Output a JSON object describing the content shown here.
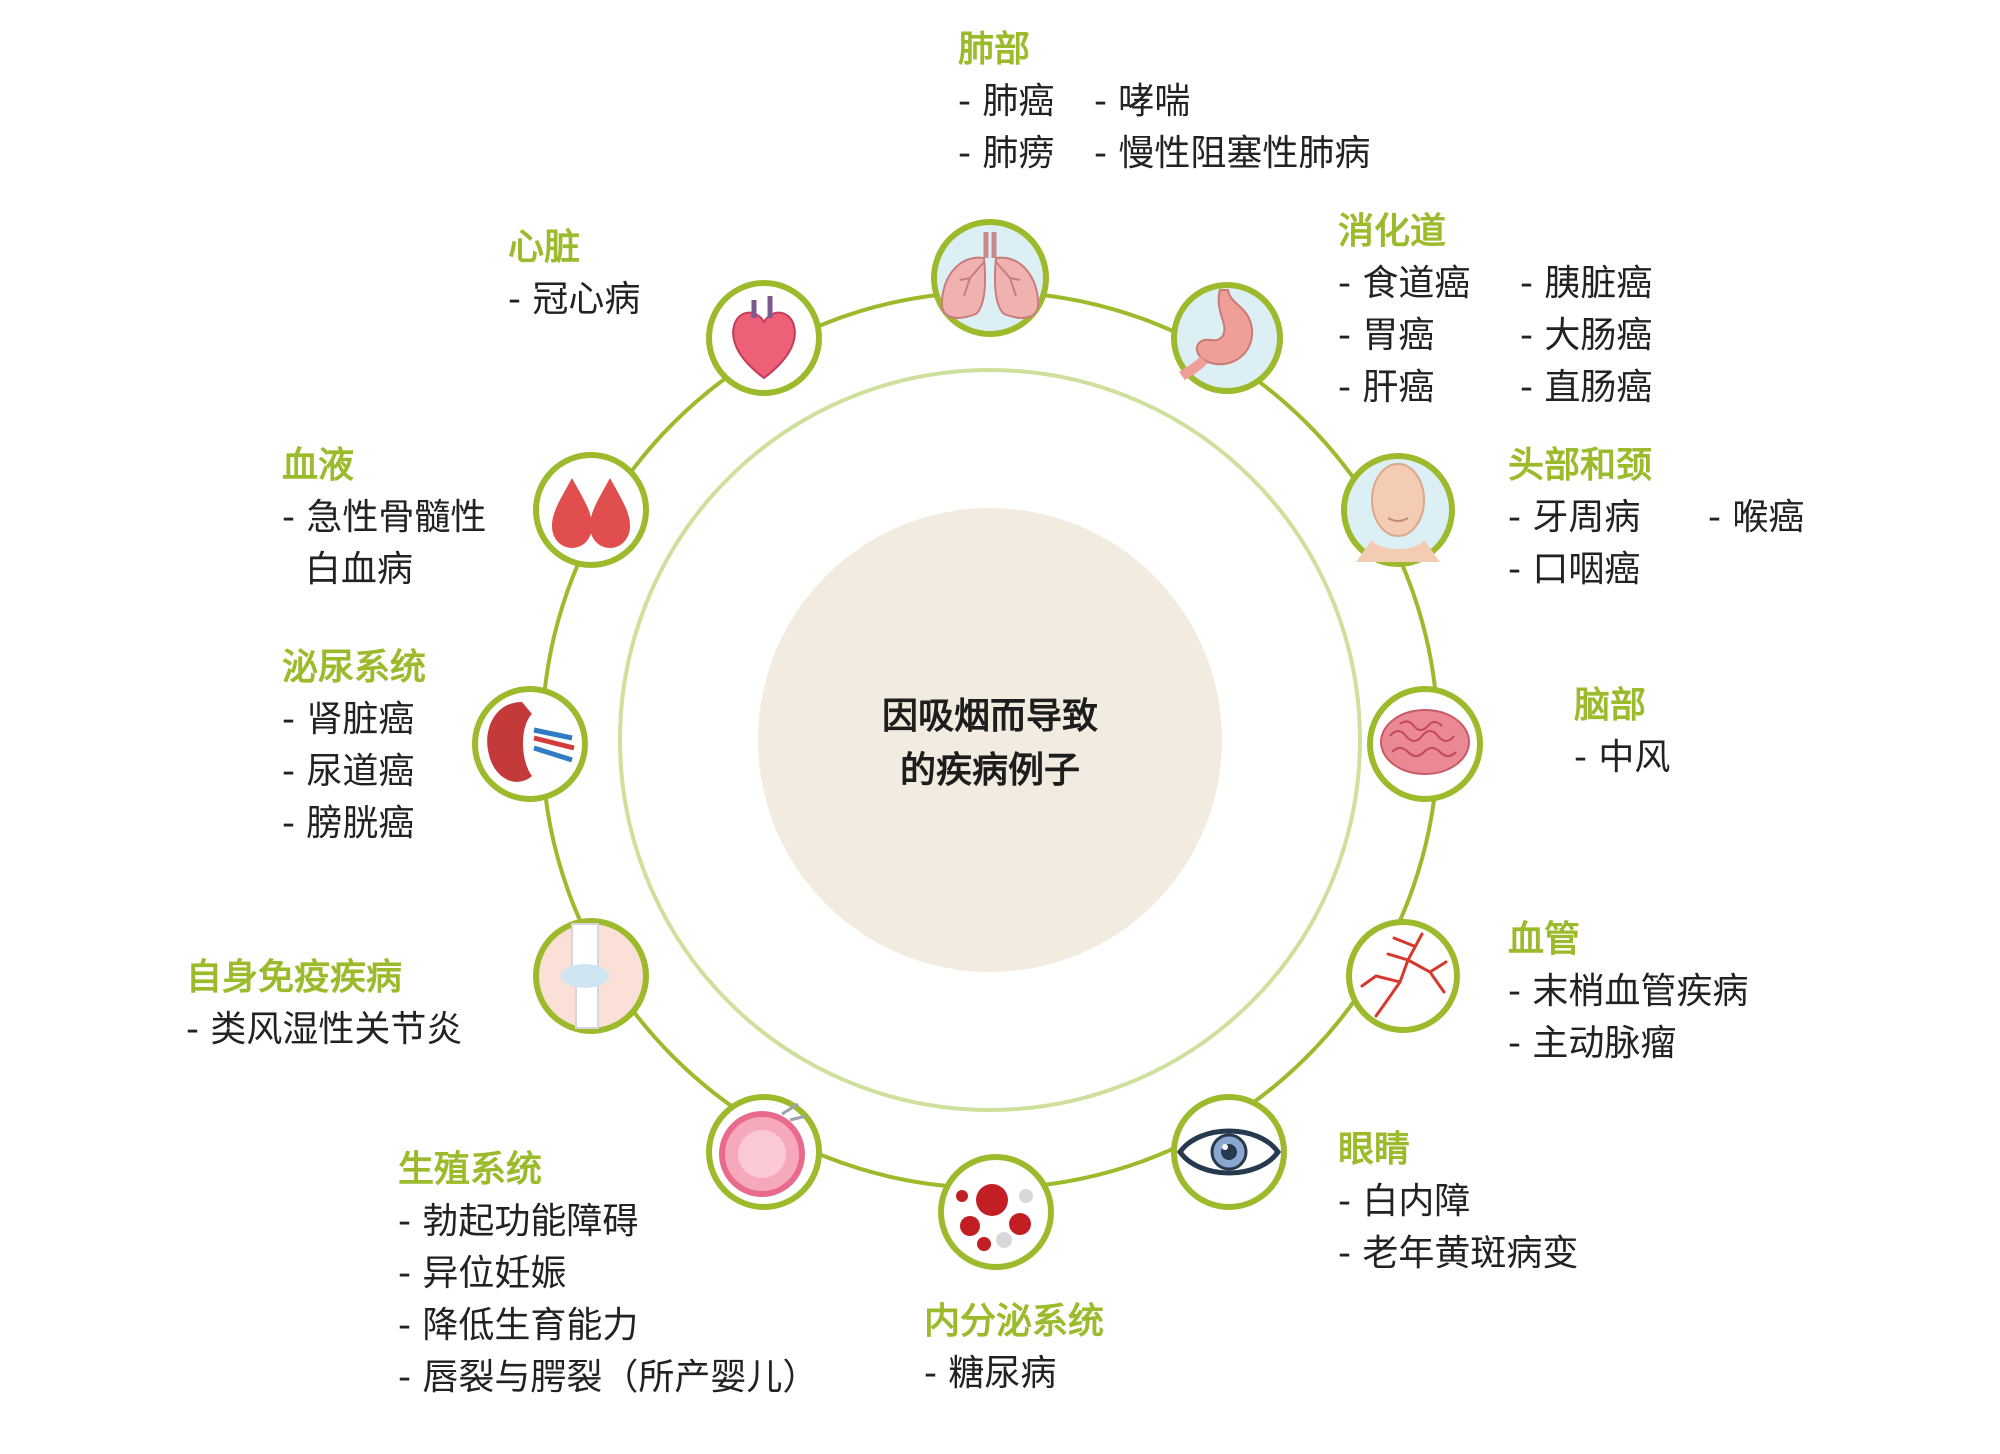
{
  "center": {
    "line1": "因吸烟而导致",
    "line2": "的疾病例子"
  },
  "colors": {
    "accent": "#9dba2c",
    "ring": "#9dba2c",
    "inner_ring": "#cfe09c",
    "center_fill": "#f1ebe0",
    "icon_bg": "#dceff4"
  },
  "organs": {
    "lungs": {
      "title": "肺部",
      "rows": [
        [
          "- 肺癌",
          "- 哮喘"
        ],
        [
          "- 肺痨",
          "- 慢性阻塞性肺病"
        ]
      ],
      "icon": "lungs-icon"
    },
    "digest": {
      "title": "消化道",
      "rows": [
        [
          "- 食道癌",
          "- 胰脏癌"
        ],
        [
          "- 胃癌",
          "- 大肠癌"
        ],
        [
          "- 肝癌",
          "- 直肠癌"
        ]
      ],
      "icon": "stomach-icon"
    },
    "head": {
      "title": "头部和颈",
      "rows": [
        [
          "- 牙周病",
          "- 喉癌"
        ],
        [
          "- 口咽癌"
        ]
      ],
      "icon": "head-icon"
    },
    "brain": {
      "title": "脑部",
      "rows": [
        [
          "- 中风"
        ]
      ],
      "icon": "brain-icon"
    },
    "vessel": {
      "title": "血管",
      "rows": [
        [
          "- 末梢血管疾病"
        ],
        [
          "- 主动脉瘤"
        ]
      ],
      "icon": "blood-vessel-icon"
    },
    "eye": {
      "title": "眼睛",
      "rows": [
        [
          "- 白内障"
        ],
        [
          "- 老年黄斑病变"
        ]
      ],
      "icon": "eye-icon"
    },
    "endocrine": {
      "title": "内分泌系统",
      "rows": [
        [
          "- 糖尿病"
        ]
      ],
      "icon": "blood-cells-icon"
    },
    "repro": {
      "title": "生殖系统",
      "rows": [
        [
          "- 勃起功能障碍"
        ],
        [
          "- 异位妊娠"
        ],
        [
          "- 降低生育能力"
        ],
        [
          "- 唇裂与腭裂（所产婴儿）"
        ]
      ],
      "icon": "egg-cell-icon"
    },
    "immune": {
      "title": "自身免疫疾病",
      "rows": [
        [
          "- 类风湿性关节炎"
        ]
      ],
      "icon": "knee-joint-icon"
    },
    "urinary": {
      "title": "泌尿系统",
      "rows": [
        [
          "- 肾脏癌"
        ],
        [
          "- 尿道癌"
        ],
        [
          "- 膀胱癌"
        ]
      ],
      "icon": "kidney-icon"
    },
    "blood": {
      "title": "血液",
      "rows": [
        [
          "- 急性骨髓性"
        ],
        [
          "  白血病"
        ]
      ],
      "icon": "blood-drops-icon"
    },
    "heart": {
      "title": "心脏",
      "rows": [
        [
          "- 冠心病"
        ]
      ],
      "icon": "heart-icon"
    }
  }
}
